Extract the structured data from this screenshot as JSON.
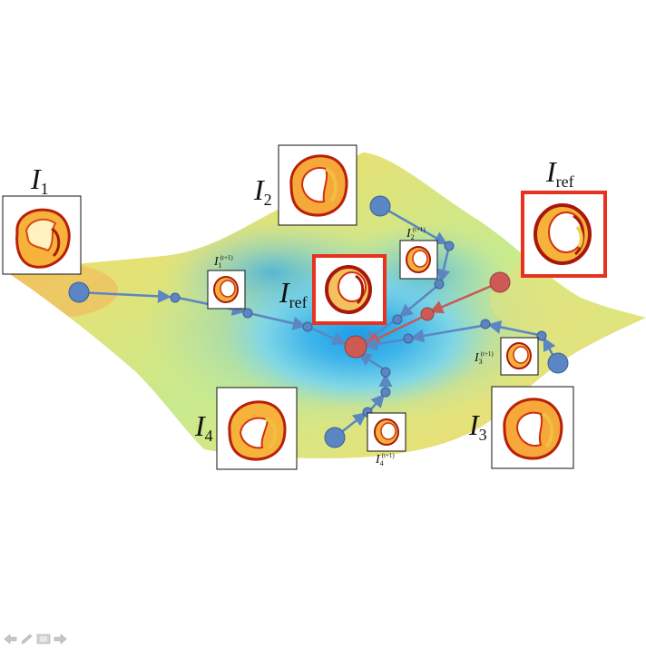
{
  "labels": {
    "i1": {
      "main": "I",
      "sub": "1"
    },
    "i2": {
      "main": "I",
      "sub": "2"
    },
    "i3": {
      "main": "I",
      "sub": "3"
    },
    "i4": {
      "main": "I",
      "sub": "4"
    },
    "iref_center": {
      "main": "I",
      "sub": "ref"
    },
    "iref_right": {
      "main": "I",
      "sub": "ref"
    },
    "i1_next": {
      "main": "I",
      "sub": "1",
      "sup": "(t+1)"
    },
    "i2_next": {
      "main": "I",
      "sub": "2",
      "sup": "(t+1)"
    },
    "i3_next": {
      "main": "I",
      "sub": "3",
      "sup": "(t+1)"
    },
    "i4_next": {
      "main": "I",
      "sub": "4",
      "sup": "(t+1)"
    }
  },
  "colors": {
    "blue_node": "#5b86c4",
    "red_node": "#cd5a55",
    "frame_red": "#e8321f",
    "arrow_blue": "#5c86c3",
    "arrow_red": "#c75a55"
  },
  "nav_icons": [
    "arrow-left-icon",
    "pencil-icon",
    "menu-icon",
    "arrow-right-icon"
  ]
}
